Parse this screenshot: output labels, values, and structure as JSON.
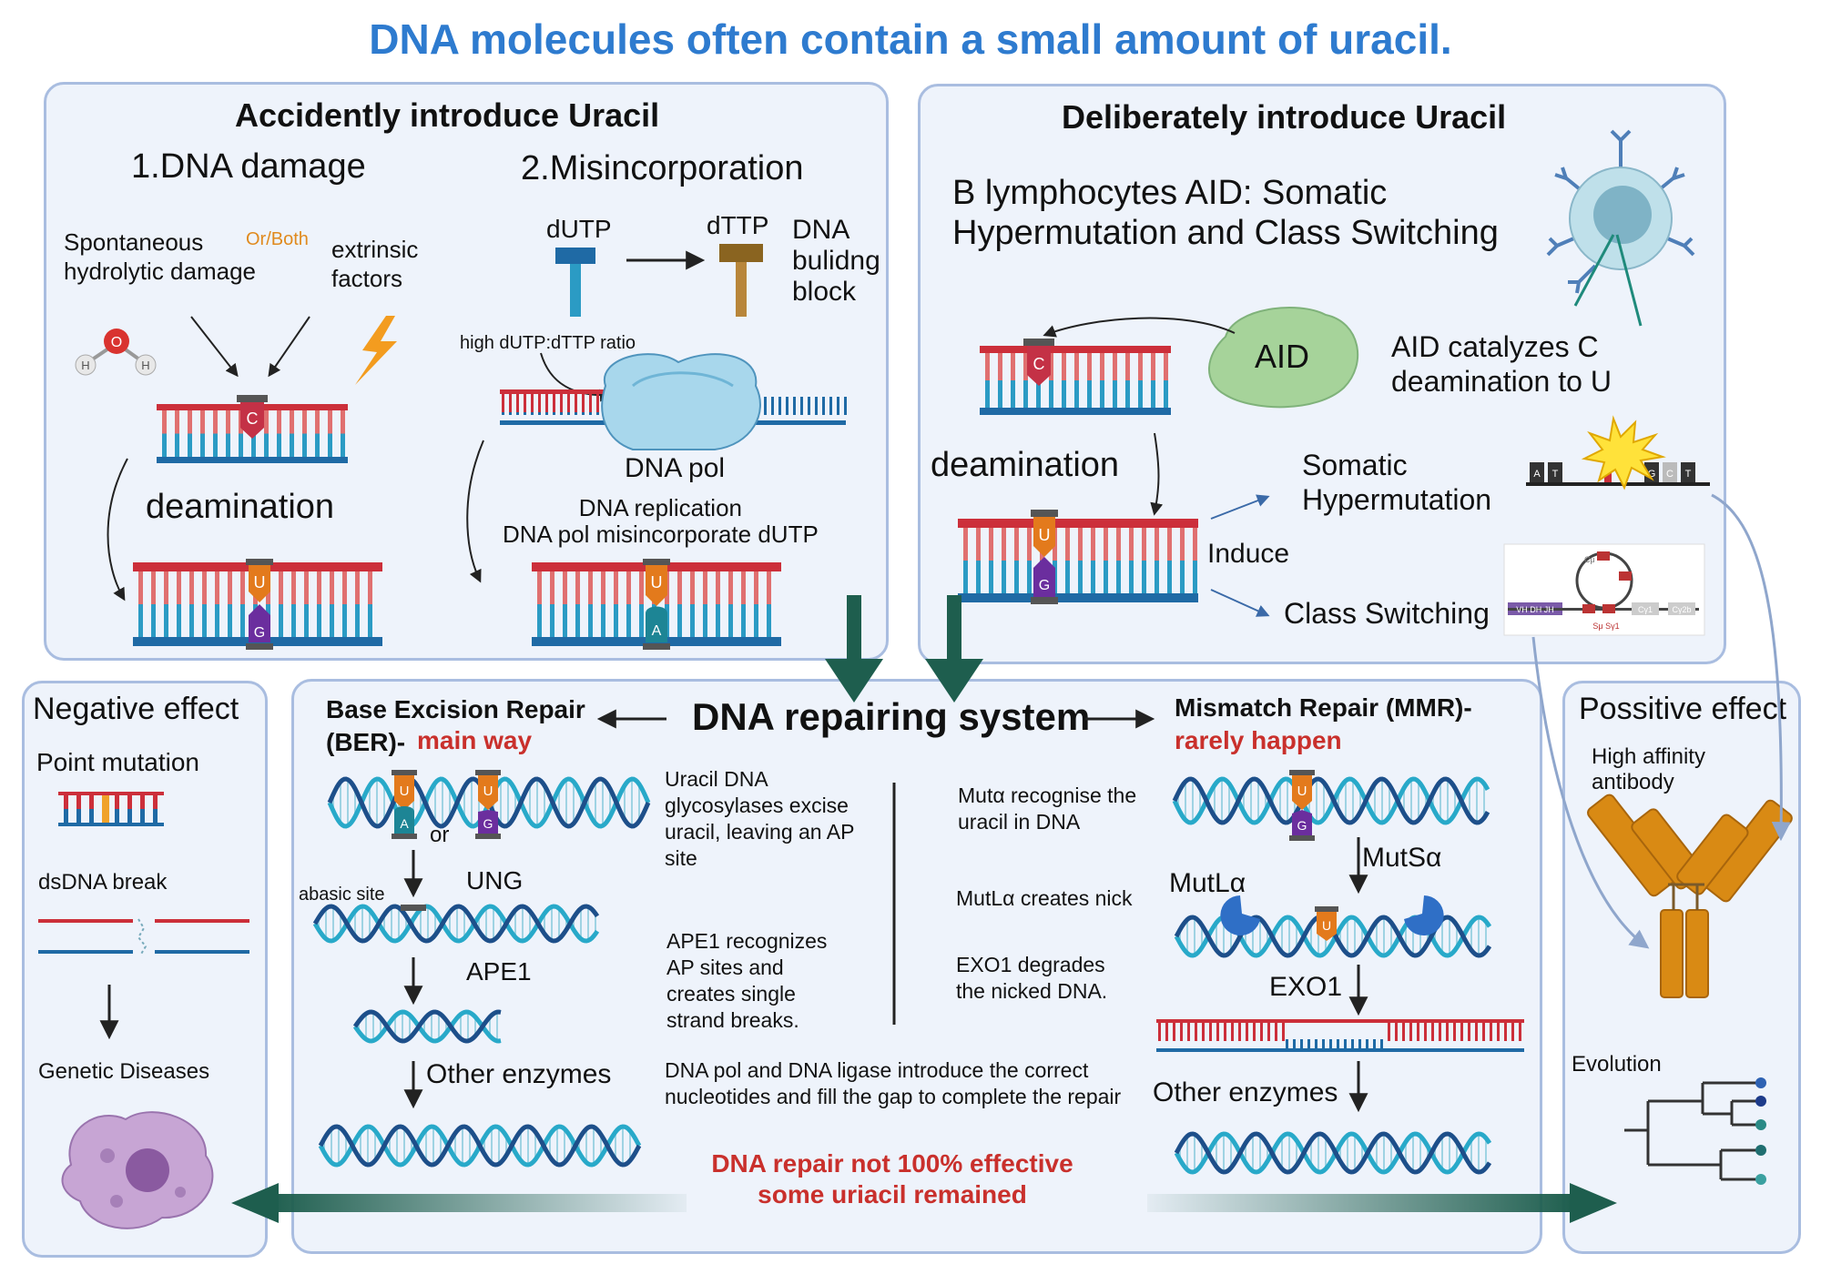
{
  "title": "DNA molecules often contain a small amount of uracil.",
  "accidental": {
    "heading": "Accidently introduce Uracil",
    "damage": {
      "title": "1.DNA damage",
      "spontaneous": "Spontaneous\nhydrolytic damage",
      "or_both": "Or/Both",
      "extrinsic": "extrinsic\nfactors",
      "deamination": "deamination",
      "base_c": "C",
      "base_u": "U",
      "base_g": "G",
      "water_o": "O",
      "water_h": "H"
    },
    "misincorporation": {
      "title": "2.Misincorporation",
      "dutp": "dUTP",
      "dttp": "dTTP",
      "building_block": "DNA\nbulidng\nblock",
      "ratio": "high dUTP:dTTP ratio",
      "dna_pol": "DNA pol",
      "replication": "DNA replication\nDNA pol misincorporate dUTP",
      "base_u": "U",
      "base_a": "A"
    }
  },
  "deliberate": {
    "heading": "Deliberately introduce Uracil",
    "subtitle": "B lymphocytes AID: Somatic\nHypermutation and Class Switching",
    "aid": "AID",
    "aid_desc": "AID catalyzes C\ndeamination to U",
    "deamination": "deamination",
    "induce": "Induce",
    "somatic": "Somatic\nHypermutation",
    "class_switching": "Class Switching",
    "base_c": "C",
    "base_u": "U",
    "base_g": "G",
    "seq_letters": [
      "A",
      "T",
      "G",
      "C",
      "T"
    ],
    "switch_labels": [
      "VH DH JH",
      "Cμ",
      "Sμ Sγ1",
      "Cγ1",
      "Cγ2b"
    ]
  },
  "negative": {
    "heading": "Negative effect",
    "point_mutation": "Point mutation",
    "dsdna_break": "dsDNA break",
    "genetic_diseases": "Genetic Diseases"
  },
  "repair": {
    "heading": "DNA repairing system",
    "ber_title": "Base Excision Repair\n(BER)-",
    "ber_main": "main way",
    "mmr_title": "Mismatch Repair (MMR)-",
    "mmr_rare": "rarely happen",
    "or": "or",
    "abasic": "abasic site",
    "ung": "UNG",
    "ape1": "APE1",
    "other_enzymes_ber": "Other enzymes",
    "ber_desc1": "Uracil DNA\nglycosylases excise\nuracil, leaving an AP\nsite",
    "ber_desc2": "APE1 recognizes\nAP sites and\ncreates single\nstrand breaks.",
    "ber_desc3": "DNA pol and DNA ligase introduce the correct\nnucleotides and fill the gap to complete the repair",
    "mmr_desc1": "Mutα recognise the\nuracil in DNA",
    "mmr_desc2": "MutLα creates nick",
    "mmr_desc3": "EXO1 degrades\nthe nicked DNA.",
    "mutsa": "MutSα",
    "mutla": "MutLα",
    "exo1": "EXO1",
    "other_enzymes_mmr": "Other enzymes",
    "not_effective": "DNA repair not 100% effective\nsome uriacil remained",
    "base_u": "U",
    "base_a": "A",
    "base_g": "G"
  },
  "positive": {
    "heading": "Possitive effect",
    "antibody": "High affinity\nantibody",
    "evolution": "Evolution"
  },
  "colors": {
    "title_blue": "#2e7bcf",
    "panel_bg": "#eef3fb",
    "panel_border": "#a9bde0",
    "dna_red": "#cc2f3a",
    "dna_blue": "#1f6aa5",
    "helix_teal": "#28a9c9",
    "helix_navy": "#1d4f8a",
    "arrow_green": "#1e5e4e",
    "uracil_orange": "#e37a1c",
    "guanine_purple": "#6b2e9e",
    "adenine_teal": "#1d8595",
    "cytosine_red": "#c43146",
    "antibody_orange": "#d98a14",
    "aid_green": "#a6d39a"
  }
}
